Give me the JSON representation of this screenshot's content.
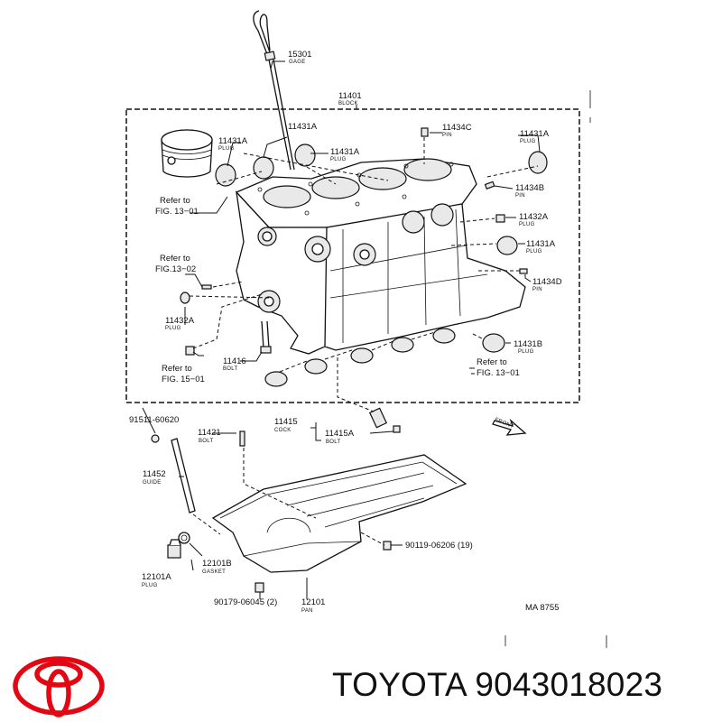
{
  "parts": {
    "p15301": {
      "code": "15301",
      "name": "GAGE"
    },
    "p11401": {
      "code": "11401",
      "name": "BLOCK"
    },
    "p11431a_1": {
      "code": "11431A",
      "name": "PLUG"
    },
    "p11431a_2": {
      "code": "11431A",
      "name": ""
    },
    "p11431a_3": {
      "code": "11431A",
      "name": "PLUG"
    },
    "p11434c": {
      "code": "11434C",
      "name": "PIN"
    },
    "p11431a_4": {
      "code": "11431A",
      "name": "PLUG"
    },
    "p11434b": {
      "code": "11434B",
      "name": "PIN"
    },
    "p11432a_r": {
      "code": "11432A",
      "name": "PLUG"
    },
    "p11431a_5": {
      "code": "11431A",
      "name": "PLUG"
    },
    "p11434d": {
      "code": "11434D",
      "name": "PIN"
    },
    "p11432a_l": {
      "code": "11432A",
      "name": "PLUG"
    },
    "p11416": {
      "code": "11416",
      "name": "BOLT"
    },
    "p11431b": {
      "code": "11431B",
      "name": "PLUG"
    },
    "p91511": {
      "code": "91511-60620",
      "name": ""
    },
    "p11421": {
      "code": "11421",
      "name": "BOLT"
    },
    "p11415": {
      "code": "11415",
      "name": "COCK"
    },
    "p11415a": {
      "code": "11415A",
      "name": "BOLT"
    },
    "p11452": {
      "code": "11452",
      "name": "GUIDE"
    },
    "p12101b": {
      "code": "12101B",
      "name": "GASKET"
    },
    "p12101a": {
      "code": "12101A",
      "name": "PLUG"
    },
    "p90119": {
      "code": "90119-06206 (19)",
      "name": ""
    },
    "p90179": {
      "code": "90179-06045 (2)",
      "name": ""
    },
    "p12101": {
      "code": "12101",
      "name": "PAN"
    }
  },
  "refs": {
    "r1": [
      "Refer to",
      "FIG. 13−01"
    ],
    "r2": [
      "Refer to",
      "FIG.13−02"
    ],
    "r3": [
      "Refer to",
      "FIG. 15−01"
    ],
    "r4": [
      "Refer to",
      "FIG. 13−01"
    ]
  },
  "front_label": "FRONT",
  "diagram_id": "MA 8755",
  "brand": {
    "name": "TOYOTA",
    "part_number": "9043018023",
    "full_label": "TOYOTA 9043018023",
    "logo_color": "#e30613"
  }
}
